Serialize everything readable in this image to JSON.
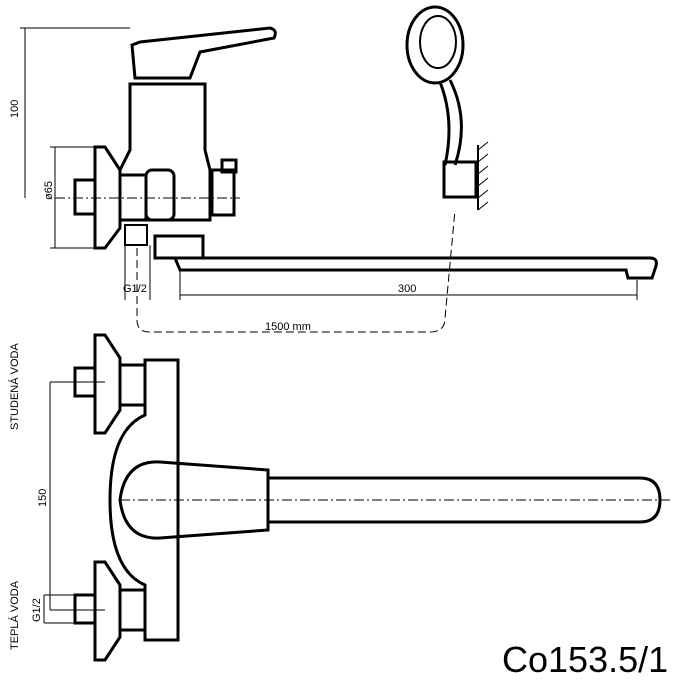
{
  "dimensions": {
    "height_100": "100",
    "diameter_65": "ø65",
    "thread_top": "G1/2",
    "spout_300": "300",
    "hose_1500": "1500 mm",
    "spacing_150": "150",
    "thread_bottom": "G1/2"
  },
  "labels": {
    "cold_water": "STUDENÁ VODA",
    "hot_water": "TEPLÁ VODA"
  },
  "model_code": "Co153.5/1"
}
